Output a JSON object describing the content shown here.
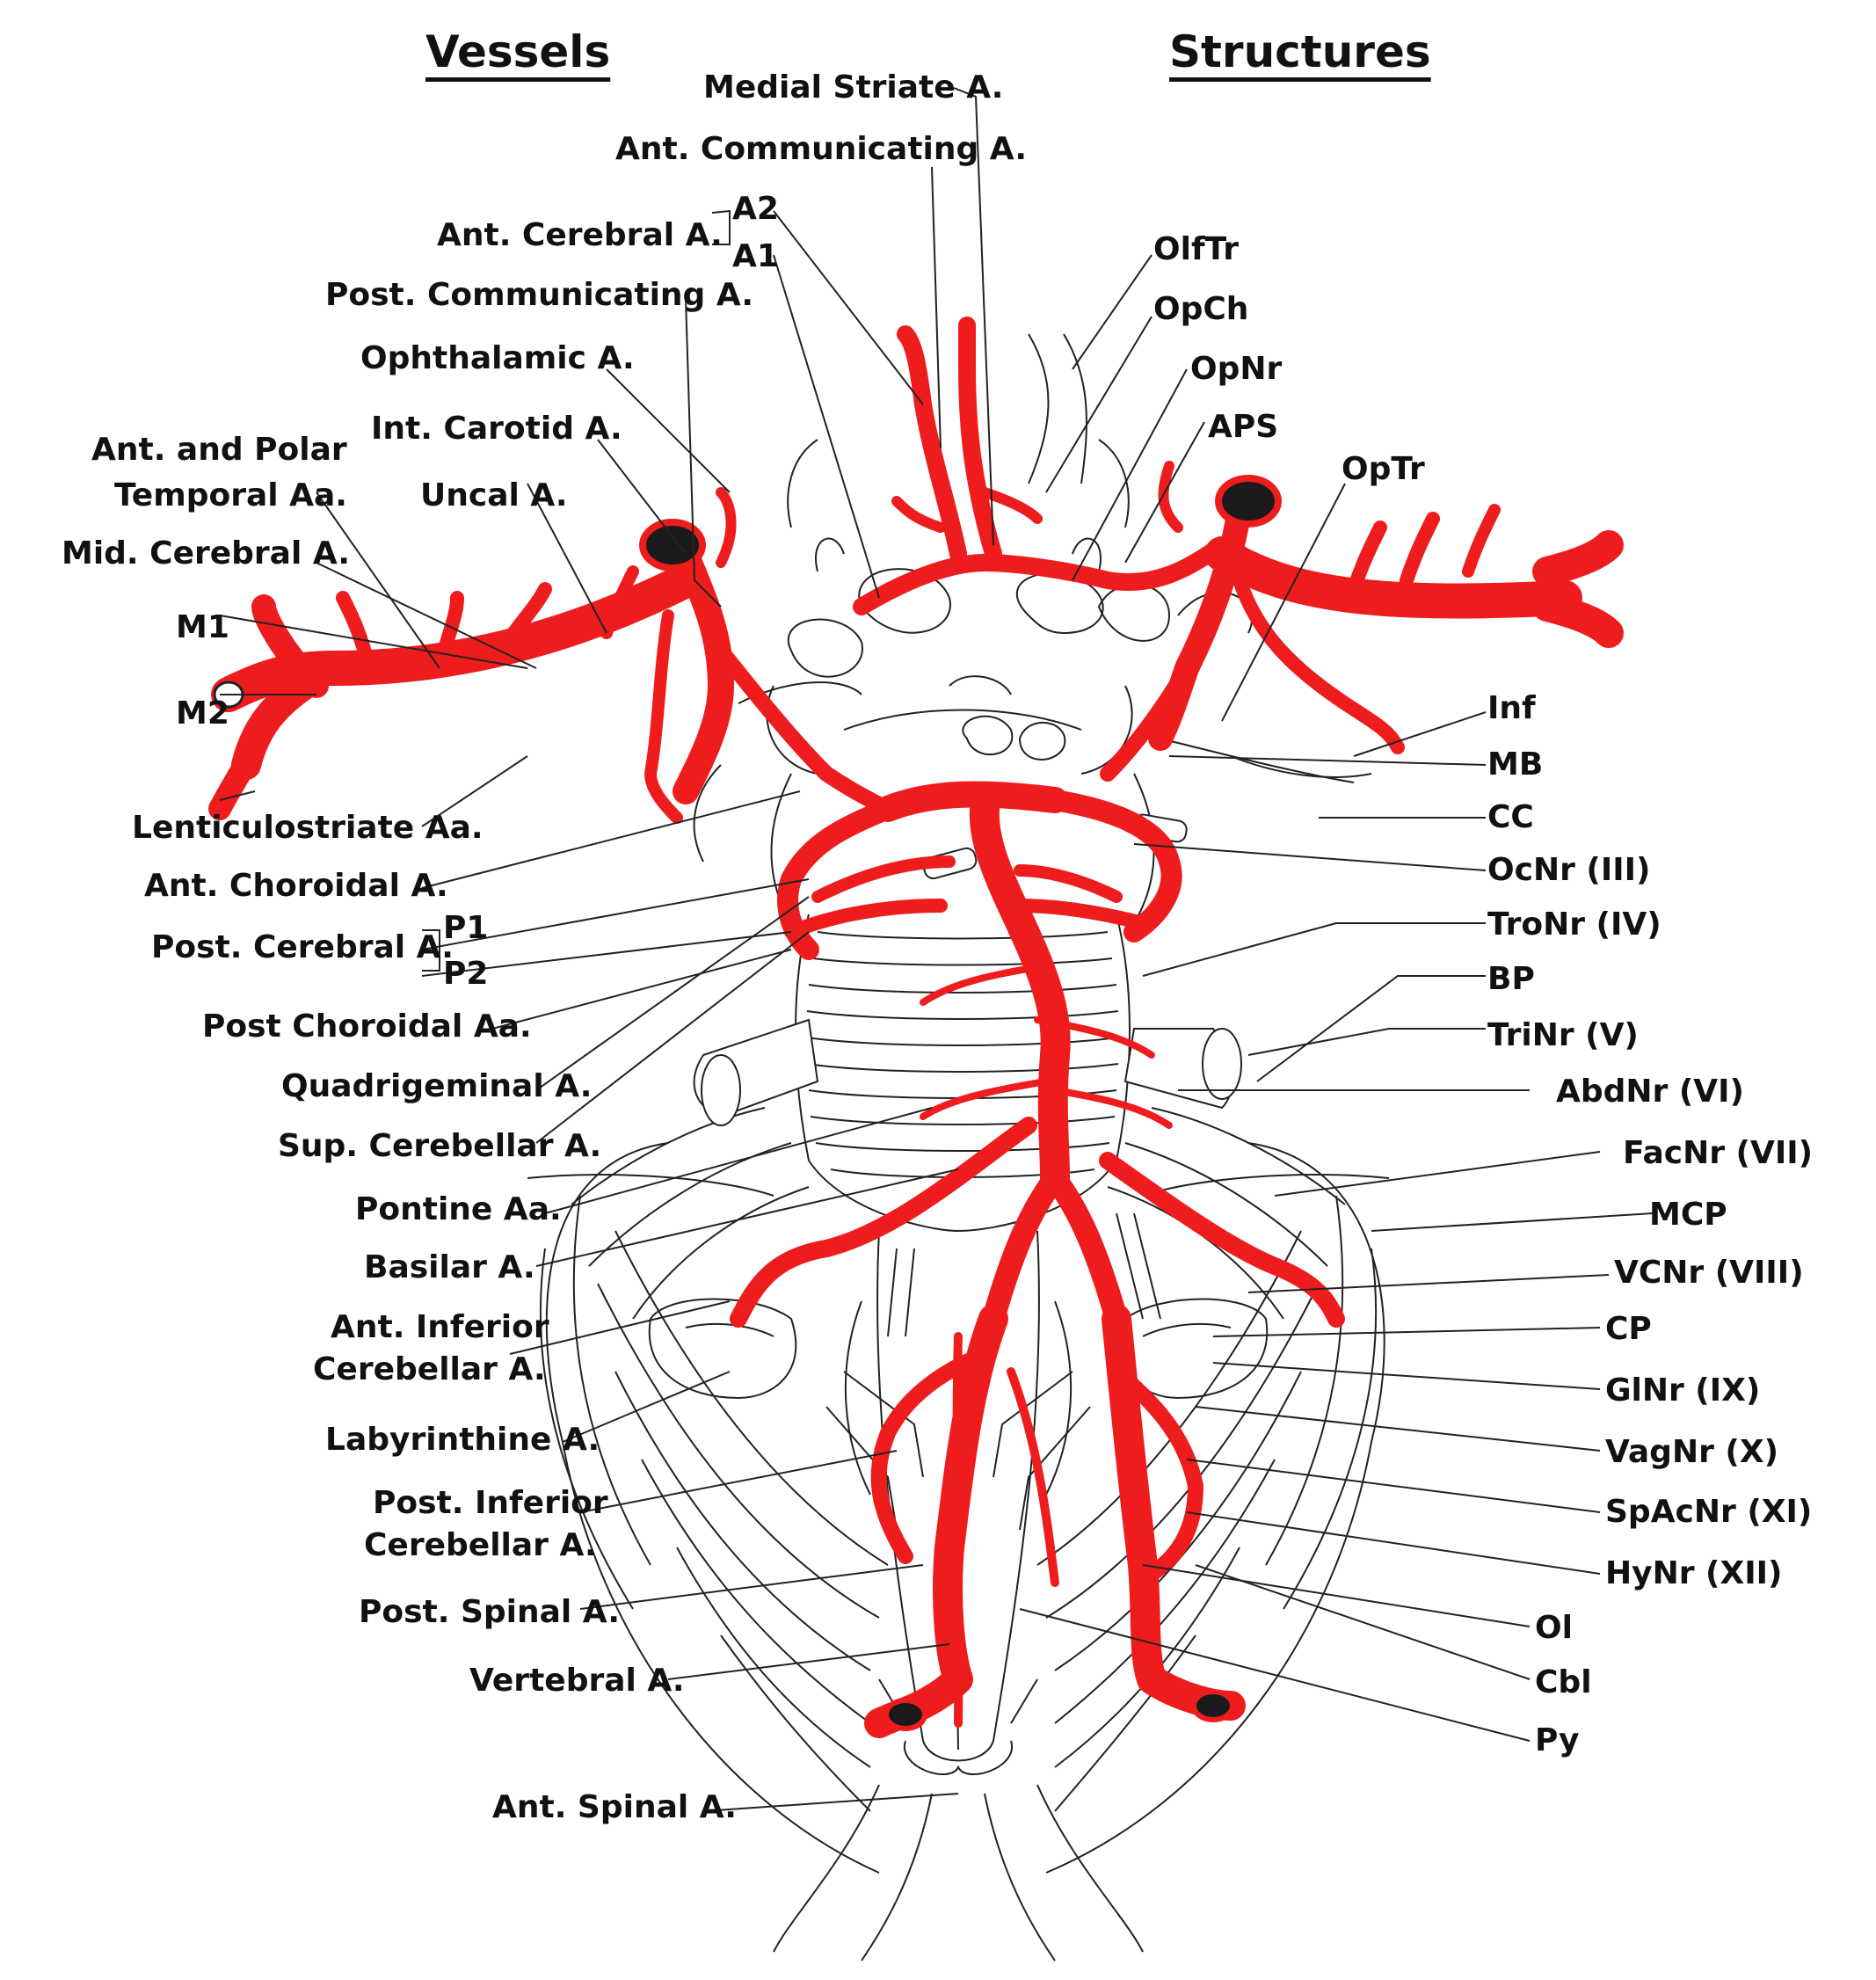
{
  "headers": {
    "vessels": "Vessels",
    "structures": "Structures"
  },
  "colors": {
    "artery": "#ee1c1c",
    "line": "#222222",
    "bg": "#ffffff"
  },
  "labels_left": {
    "medial_striate": "Medial Striate A.",
    "ant_communicating": "Ant. Communicating A.",
    "ant_cerebral": "Ant. Cerebral A.",
    "a2": "A2",
    "a1": "A1",
    "post_communicating": "Post. Communicating A.",
    "ophthalmic": "Ophthalamic A.",
    "int_carotid": "Int. Carotid A.",
    "ant_polar_temporal_1": "Ant. and Polar",
    "ant_polar_temporal_2": "Temporal Aa.",
    "uncal": "Uncal A.",
    "mid_cerebral": "Mid. Cerebral A.",
    "m1": "M1",
    "m2": "M2",
    "lenticulostriate": "Lenticulostriate Aa.",
    "ant_choroidal": "Ant. Choroidal A.",
    "post_cerebral": "Post. Cerebral A.",
    "p1": "P1",
    "p2": "P2",
    "post_choroidal": "Post Choroidal Aa.",
    "quadrigeminal": "Quadrigeminal A.",
    "sup_cerebellar": "Sup. Cerebellar A.",
    "pontine": "Pontine Aa.",
    "basilar": "Basilar A.",
    "aica_1": "Ant. Inferior",
    "aica_2": "Cerebellar A.",
    "labyrinthine": "Labyrinthine A.",
    "pica_1": "Post. Inferior",
    "pica_2": "Cerebellar A.",
    "post_spinal": "Post. Spinal A.",
    "vertebral": "Vertebral A.",
    "ant_spinal": "Ant. Spinal A."
  },
  "labels_right": {
    "olftr": "OlfTr",
    "opch": "OpCh",
    "opnr": "OpNr",
    "aps": "APS",
    "optr": "OpTr",
    "inf": "Inf",
    "mb": "MB",
    "cc": "CC",
    "ocnr": "OcNr (III)",
    "tronr": "TroNr (IV)",
    "bp": "BP",
    "trinr": "TriNr (V)",
    "abdnr": "AbdNr (VI)",
    "facnr": "FacNr (VII)",
    "mcp": "MCP",
    "vcnr": "VCNr (VIII)",
    "cp": "CP",
    "glnr": "GlNr (IX)",
    "vagnr": "VagNr (X)",
    "spacnr": "SpAcNr (XI)",
    "hynr": "HyNr (XII)",
    "ol": "Ol",
    "cbl": "Cbl",
    "py": "Py"
  }
}
